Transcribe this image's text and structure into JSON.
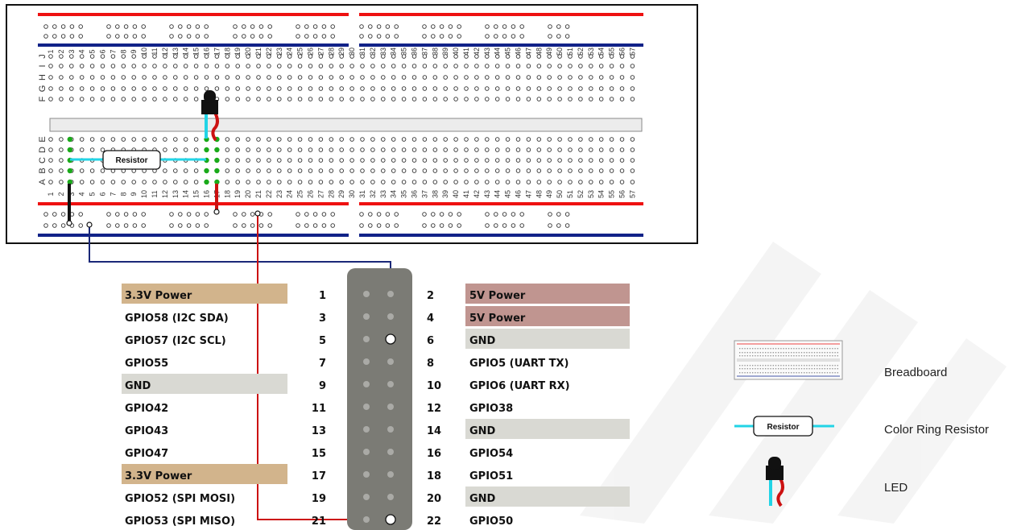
{
  "breadboard": {
    "row_letters_top": [
      "J",
      "I",
      "H",
      "G",
      "F"
    ],
    "row_letters_bottom": [
      "E",
      "D",
      "C",
      "B",
      "A"
    ],
    "column_numbers": [
      "1",
      "2",
      "3",
      "4",
      "5",
      "6",
      "7",
      "8",
      "9",
      "10",
      "11",
      "12",
      "13",
      "14",
      "15",
      "16",
      "17",
      "18",
      "19",
      "20",
      "21",
      "22",
      "23",
      "24",
      "25",
      "26",
      "27",
      "28",
      "29",
      "30",
      "31",
      "32",
      "33",
      "34",
      "35",
      "36",
      "37",
      "38",
      "39",
      "40",
      "41",
      "42",
      "43",
      "44",
      "45",
      "46",
      "47",
      "48",
      "49",
      "50",
      "51",
      "52",
      "53",
      "54",
      "55",
      "56",
      "57"
    ],
    "resistor_label": "Resistor"
  },
  "header": {
    "left_pins": [
      {
        "label": "3.3V Power",
        "num": "1",
        "style": "power33"
      },
      {
        "label": "GPIO58 (I2C SDA)",
        "num": "3",
        "style": "plain"
      },
      {
        "label": "GPIO57 (I2C SCL)",
        "num": "5",
        "style": "plain"
      },
      {
        "label": "GPIO55",
        "num": "7",
        "style": "plain"
      },
      {
        "label": "GND",
        "num": "9",
        "style": "gnd"
      },
      {
        "label": "GPIO42",
        "num": "11",
        "style": "plain"
      },
      {
        "label": "GPIO43",
        "num": "13",
        "style": "plain"
      },
      {
        "label": "GPIO47",
        "num": "15",
        "style": "plain"
      },
      {
        "label": "3.3V Power",
        "num": "17",
        "style": "power33"
      },
      {
        "label": "GPIO52 (SPI MOSI)",
        "num": "19",
        "style": "plain"
      },
      {
        "label": "GPIO53 (SPI MISO)",
        "num": "21",
        "style": "plain"
      }
    ],
    "right_pins": [
      {
        "label": "5V Power",
        "num": "2",
        "style": "power5"
      },
      {
        "label": "5V Power",
        "num": "4",
        "style": "power5"
      },
      {
        "label": "GND",
        "num": "6",
        "style": "gnd"
      },
      {
        "label": "GPIO5 (UART TX)",
        "num": "8",
        "style": "plain"
      },
      {
        "label": "GPIO6 (UART RX)",
        "num": "10",
        "style": "plain"
      },
      {
        "label": "GPIO38",
        "num": "12",
        "style": "plain"
      },
      {
        "label": "GND",
        "num": "14",
        "style": "gnd"
      },
      {
        "label": "GPIO54",
        "num": "16",
        "style": "plain"
      },
      {
        "label": "GPIO51",
        "num": "18",
        "style": "plain"
      },
      {
        "label": "GND",
        "num": "20",
        "style": "gnd"
      },
      {
        "label": "GPIO50",
        "num": "22",
        "style": "plain"
      }
    ]
  },
  "legend": {
    "breadboard": "Breadboard",
    "resistor": "Color Ring Resistor",
    "resistor_label": "Resistor",
    "led": "LED"
  },
  "colors": {
    "power33": "#d2b48c",
    "power5": "#c09590",
    "gnd": "#d9d9d3",
    "rail_red": "#ee1111",
    "rail_blue": "#112288",
    "header_body": "#7b7b75",
    "wire_red": "#cc1111",
    "wire_navy": "#1a2878",
    "jumper_green": "#1aaa1a",
    "cyan": "#22d4e6",
    "led_red": "#cc1111"
  }
}
